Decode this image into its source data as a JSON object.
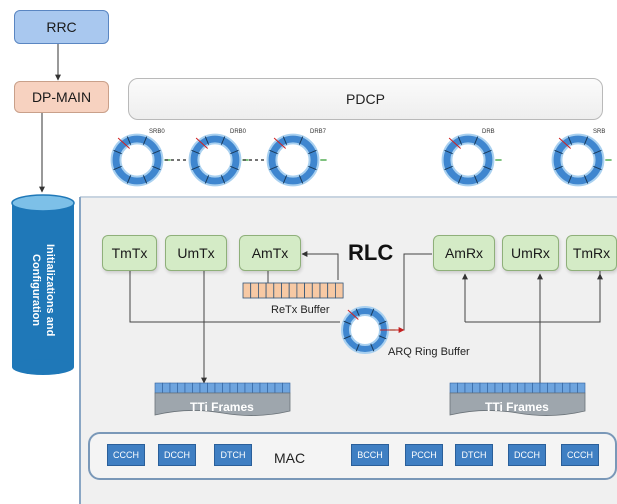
{
  "rrc": {
    "label": "RRC"
  },
  "dp_main": {
    "label": "DP-MAIN"
  },
  "pdcp": {
    "label": "PDCP"
  },
  "init": {
    "label": "Initializations and Configuration"
  },
  "rlc": {
    "title": "RLC"
  },
  "tx_entities": [
    "TmTx",
    "UmTx",
    "AmTx"
  ],
  "rx_entities": [
    "AmRx",
    "UmRx",
    "TmRx"
  ],
  "ring_buffers": [
    "SRB0",
    "DRB0",
    "DRB7",
    "DRB",
    "SRB"
  ],
  "retx_buffer": {
    "label": "ReTx Buffer"
  },
  "arq_buffer": {
    "label": "ARQ Ring Buffer"
  },
  "tti_frames": [
    "TTi Frames",
    "TTi Frames"
  ],
  "mac": {
    "label": "MAC",
    "left_channels": [
      "CCCH",
      "DCCH",
      "DTCH"
    ],
    "right_channels": [
      "BCCH",
      "PCCH",
      "DTCH",
      "DCCH",
      "CCCH"
    ]
  },
  "colors": {
    "rrc": "#a9c8ef",
    "dp_main": "#f7d2c0",
    "entity": "#d4ebc6",
    "ring": "#3f86cf",
    "mac_channel": "#3f7fc3",
    "init_cylinder": "#1f78b8"
  }
}
